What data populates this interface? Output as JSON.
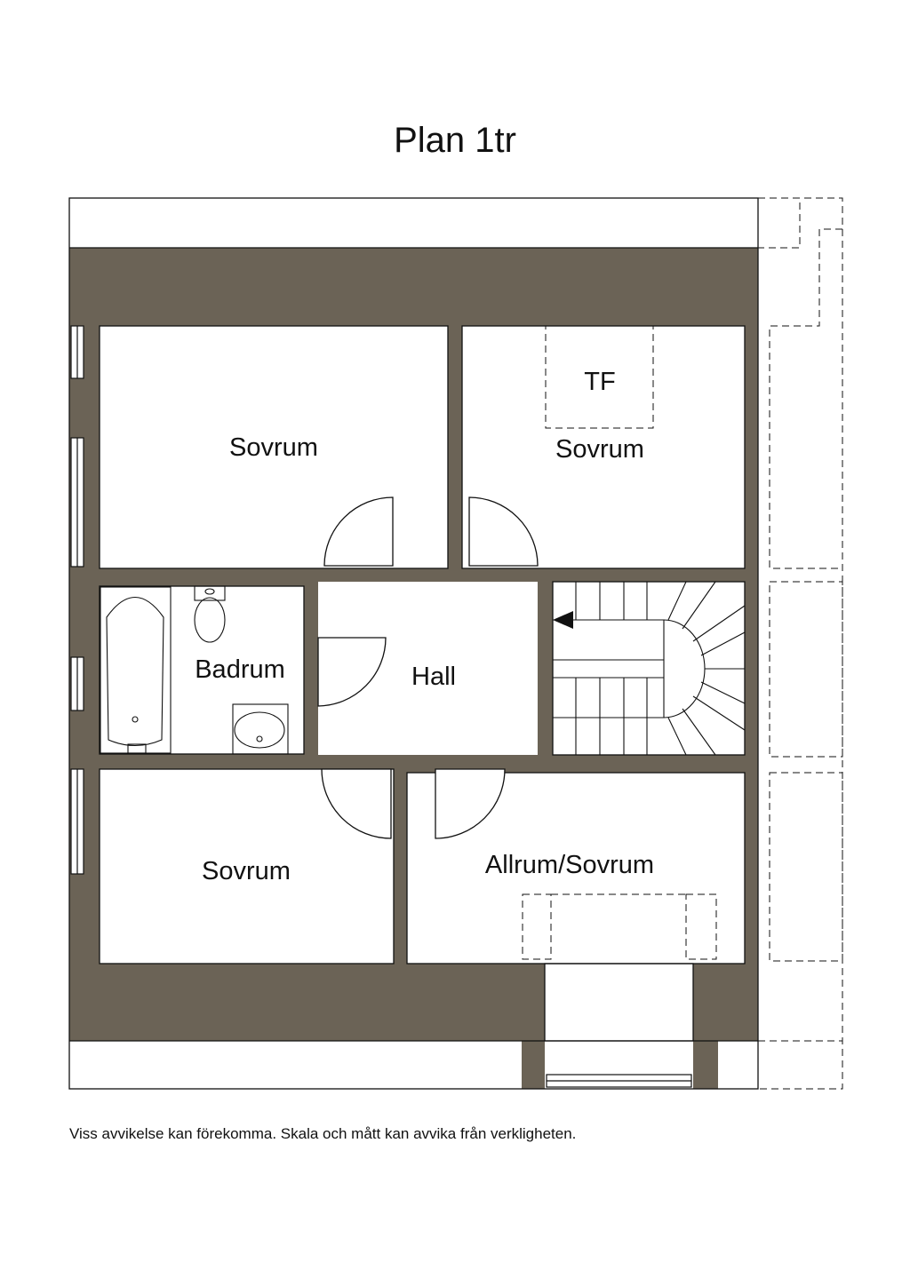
{
  "title": "Plan 1tr",
  "rooms": {
    "sovrum_top_left": "Sovrum",
    "sovrum_top_right": "Sovrum",
    "tf": "TF",
    "badrum": "Badrum",
    "hall": "Hall",
    "sovrum_bottom_left": "Sovrum",
    "allrum": "Allrum/Sovrum"
  },
  "disclaimer": "Viss avvikelse kan förekomma. Skala och mått kan avvika från verkligheten.",
  "colors": {
    "wall": "#6b6356",
    "line": "#111111",
    "background": "#ffffff"
  }
}
